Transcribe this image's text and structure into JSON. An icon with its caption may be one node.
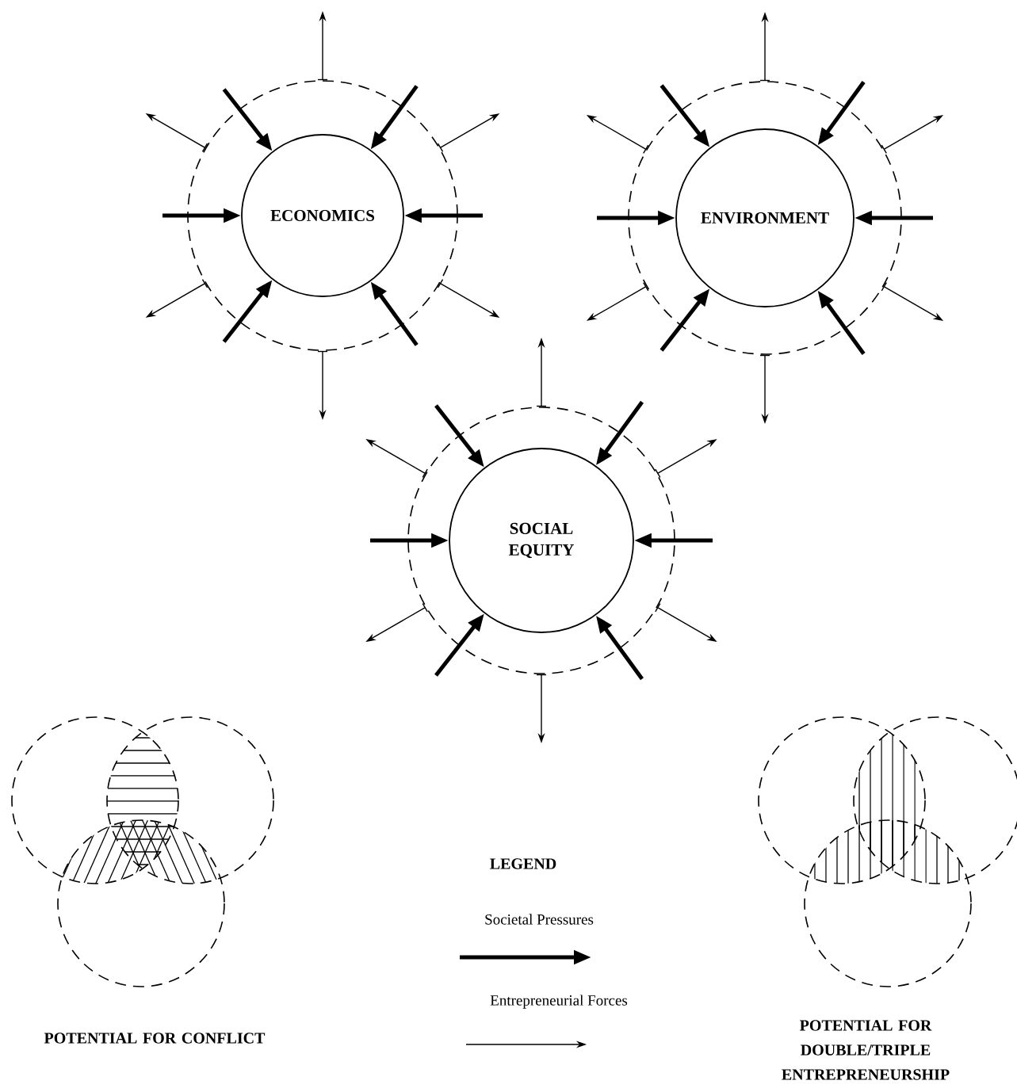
{
  "diagram": {
    "nodes": [
      {
        "text": [],
        "shape": "circle"
      },
      {
        "text": [
          "ECONOMICS"
        ],
        "in": 0
      },
      {
        "text": [],
        "shape": "circle"
      },
      {
        "text": [
          "ENVIRONMENT"
        ],
        "in": 2
      },
      {
        "text": [],
        "shape": "circle"
      },
      {
        "text": [
          "SOCIAL EQUITY"
        ],
        "in": 4
      }
    ],
    "edges": [
      {
        "from": 0,
        "to": null,
        "arrow": "to"
      },
      {
        "from": null,
        "to": 1,
        "arrow": "to",
        "style": "thick"
      },
      {
        "from": null,
        "to": 1,
        "arrow": "to",
        "style": "thick"
      },
      {
        "from": 0,
        "to": null,
        "arrow": "to"
      },
      {
        "from": 0,
        "to": null,
        "arrow": "to"
      },
      {
        "from": null,
        "to": 1,
        "arrow": "to",
        "style": "thick"
      },
      {
        "from": null,
        "to": 1,
        "arrow": "to",
        "style": "thick"
      },
      {
        "from": 0,
        "to": null,
        "arrow": "to"
      },
      {
        "from": 0,
        "to": null,
        "arrow": "to"
      },
      {
        "from": null,
        "to": 1,
        "arrow": "to",
        "style": "thick"
      },
      {
        "from": null,
        "to": 1,
        "arrow": "to",
        "style": "thick"
      },
      {
        "from": 0,
        "to": null,
        "arrow": "to"
      },
      {
        "from": 2,
        "to": null,
        "arrow": "to"
      },
      {
        "from": null,
        "to": 3,
        "arrow": "to",
        "style": "thick"
      },
      {
        "from": null,
        "to": 3,
        "arrow": "to",
        "style": "thick"
      },
      {
        "from": 2,
        "to": null,
        "arrow": "to"
      },
      {
        "from": 2,
        "to": null,
        "arrow": "to"
      },
      {
        "from": null,
        "to": 3,
        "arrow": "to",
        "style": "thick"
      },
      {
        "from": null,
        "to": 3,
        "arrow": "to",
        "style": "thick"
      },
      {
        "from": 2,
        "to": null,
        "arrow": "to"
      },
      {
        "from": 2,
        "to": null,
        "arrow": "to"
      },
      {
        "from": null,
        "to": 3,
        "arrow": "to",
        "style": "thick"
      },
      {
        "from": null,
        "to": 3,
        "arrow": "to",
        "style": "thick"
      },
      {
        "from": 2,
        "to": null,
        "arrow": "to"
      },
      {
        "from": 4,
        "to": null,
        "arrow": "to"
      },
      {
        "from": null,
        "to": 5,
        "arrow": "to",
        "style": "thick"
      },
      {
        "from": null,
        "to": 5,
        "arrow": "to",
        "style": "thick"
      },
      {
        "from": 4,
        "to": null,
        "arrow": "to"
      },
      {
        "from": 4,
        "to": null,
        "arrow": "to"
      },
      {
        "from": null,
        "to": 5,
        "arrow": "to",
        "style": "thick"
      },
      {
        "from": null,
        "to": 5,
        "arrow": "to",
        "style": "thick"
      },
      {
        "from": 4,
        "to": null,
        "arrow": "to"
      },
      {
        "from": 4,
        "to": null,
        "arrow": "to"
      },
      {
        "from": null,
        "to": 5,
        "arrow": "to",
        "style": "thick"
      },
      {
        "from": null,
        "to": 5,
        "arrow": "to",
        "style": "thick"
      },
      {
        "from": 4,
        "to": null,
        "arrow": "to"
      }
    ],
    "labels": [
      "LEGEND",
      "POTENTIAL FOR CONFLICT",
      "POTENTIAL FOR DOUBLE/TRIPLE ENTREPRENEURSHIP"
    ],
    "legend": [
      {
        "text": "Societal Pressures"
      },
      {
        "text": "Entrepreneurial Forces"
      }
    ]
  }
}
